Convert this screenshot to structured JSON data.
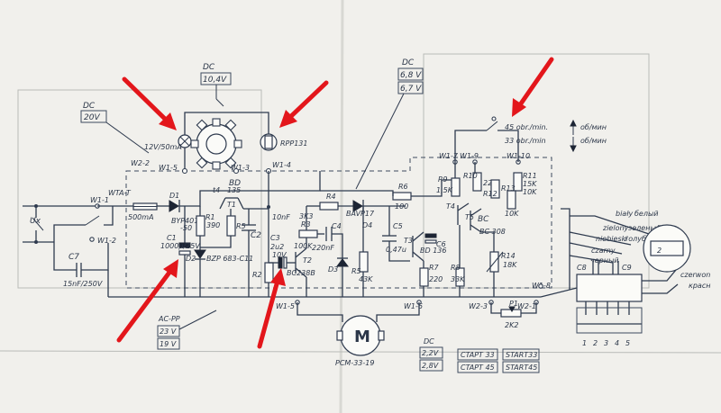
{
  "labels": {
    "dc": "DC",
    "v20": "20V",
    "v104": "10,4V",
    "v68": "6,8 V",
    "v67": "6,7 V",
    "lamp": "12V/50mA",
    "w22": "W2-2",
    "w15": "W1-5",
    "w13": "W1-3",
    "w14": "W1-4",
    "w17": "W1-7",
    "w19": "W1-9",
    "w110": "W1-10",
    "w11": "W1-1",
    "w12": "W1-2",
    "w15b": "W1-5",
    "w16": "W1-6",
    "w23": "W2-3",
    "w21": "W2-1",
    "w18": "W1-8",
    "wta": "WTA-T",
    "fuse": "500mA",
    "ux": "Ux",
    "c7": "C7",
    "c7v": "15nF/250V",
    "d1": "D1",
    "d1t": "BYP401",
    "d1n": "-50",
    "c1": "C1",
    "c1v": "1000μ/25V",
    "r1": "R1",
    "r1v": "390",
    "d2": "D2",
    "bzp": "BZP 683-C11",
    "bd": "BD",
    "bd135": "135",
    "t1": "T1",
    "t4": "t4",
    "r5": "R5",
    "c2": "C2",
    "c2v": "10nF",
    "rpp": "RPP131",
    "r3k3": "3K3",
    "r4": "R4",
    "d4": "D4",
    "bav": "BAVP17",
    "r6": "R6",
    "r6v": "100",
    "r3": "R3",
    "r3v": "100K",
    "c4": "C4",
    "c4v": "220nF",
    "c3": "C3",
    "c3v": "2u2",
    "c3v2": "10V",
    "t2": "T2",
    "bc238": "BC238B",
    "r2": "R2",
    "d3": "D3",
    "r5b": "R5",
    "r5v": "43K",
    "c5": "C5",
    "c5v": "0,47u",
    "t3": "T3",
    "c6": "C6",
    "bd136": "BD 136",
    "r7": "R7",
    "r7v": "220",
    "r8": "R8",
    "r8v": "33K",
    "r9": "R9",
    "r9v": "1,5K",
    "r10": "R10",
    "r10v": "22K",
    "r12": "R12",
    "r13": "R13",
    "r11": "R11",
    "r11v": "15K",
    "r11b": "10K",
    "r10k": "10K",
    "t4b": "T4",
    "t5": "T5",
    "bc308": "BC 308",
    "r14": "R14",
    "r14v": "18K",
    "p1": "P1",
    "p1v": "2K2",
    "speed45": "45 obr./min.",
    "speed45b": "об/мин",
    "speed33": "33 obr./min",
    "speed33b": "об/мин",
    "biały": "biały",
    "biały_ru": "белый",
    "zielony": "zielony",
    "zielony_ru": "зеленый",
    "niebieski": "niebieski",
    "niebieski_ru": "голубой",
    "czarny": "czarny",
    "czarny_ru": "черный",
    "c8": "C8",
    "c9": "C9",
    "czerwony": "czerwon",
    "krasny": "красн",
    "pins": [
      "1",
      "2",
      "3",
      "4",
      "5"
    ],
    "acpp": "AC-PP",
    "v23": "23 V",
    "v19": "19 V",
    "motor": "M",
    "motor_type": "PCM-33-19",
    "dc2": "DC",
    "v22": "2,2V",
    "v28": "2,8V",
    "start33a": "CTAPT 33",
    "start45a": "CTAPT 45",
    "start33b": "START33",
    "start45b": "START45"
  },
  "colors": {
    "ink": "#2e3a4e",
    "arrow": "#e3161b",
    "paper": "#f1f0ec"
  }
}
